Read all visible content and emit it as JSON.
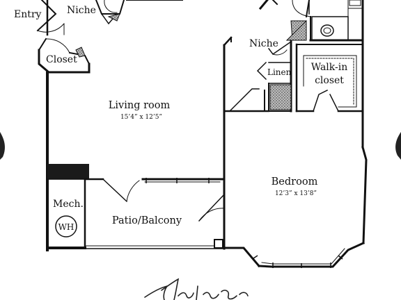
{
  "rooms": {
    "entry": {
      "label": "Entry"
    },
    "niche_top": {
      "label": "Niche"
    },
    "closet": {
      "label": "Closet"
    },
    "living_room": {
      "label": "Living room",
      "dimensions": "15’4” x 12’5”"
    },
    "niche_right": {
      "label": "Niche"
    },
    "linen": {
      "label": "Linen"
    },
    "walk_in_closet": {
      "label_line1": "Walk-in",
      "label_line2": "closet"
    },
    "bedroom": {
      "label": "Bedroom",
      "dimensions": "12’3” x 13’8”"
    },
    "mechanical": {
      "label": "Mech."
    },
    "water_heater": {
      "label": "WH"
    },
    "patio": {
      "label": "Patio/Balcony"
    }
  },
  "colors": {
    "wall": "#111111",
    "fill_dark": "#1a1a1a",
    "stipple": "#8a8a8a",
    "background": "#ffffff"
  }
}
